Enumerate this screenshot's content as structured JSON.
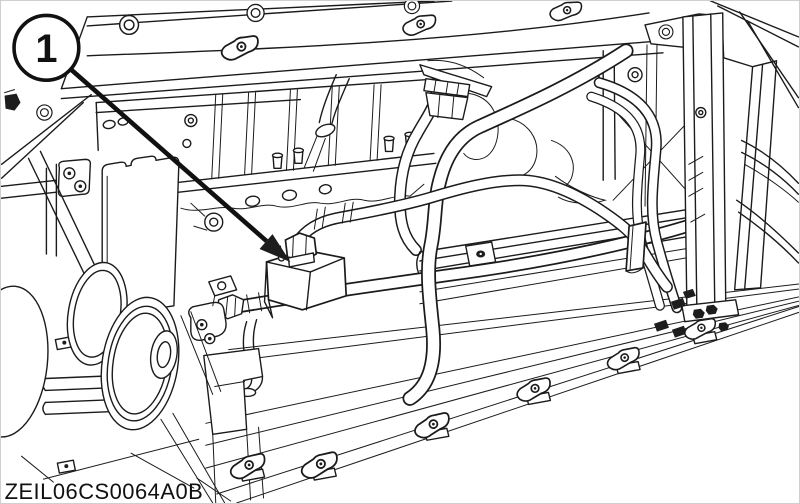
{
  "figure": {
    "type": "line-art technical illustration",
    "subject": "engine compartment side view with hoses, pulleys, frame rails and a hydraulic fitting",
    "background_color": "#ffffff",
    "line_color": "#1b1b1b",
    "callouts": [
      {
        "number": "1"
      }
    ],
    "image_code": "ZEIL06CS0064A0B"
  }
}
